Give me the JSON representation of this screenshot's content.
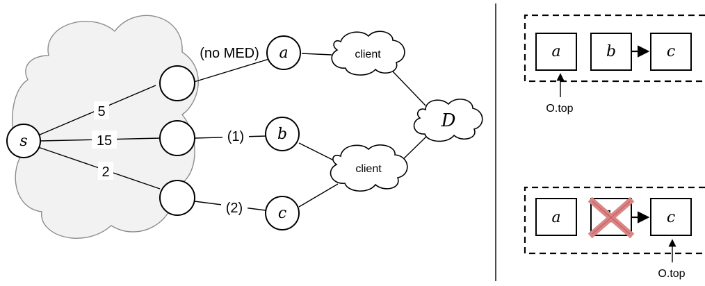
{
  "graph": {
    "source_label": "s",
    "edge_weights": {
      "top": "5",
      "middle": "15",
      "bottom": "2"
    },
    "med_labels": {
      "a": "(no MED)",
      "b": "(1)",
      "c": "(2)"
    },
    "node_labels": {
      "a": "a",
      "b": "b",
      "c": "c"
    },
    "client_top": "client",
    "client_bottom": "client",
    "destination": "D"
  },
  "list_top": {
    "items": [
      "a",
      "b",
      "c"
    ],
    "pointer_label": "O.top"
  },
  "list_bottom": {
    "items": [
      "a",
      "b",
      "c"
    ],
    "pointer_label": "O.top"
  },
  "colors": {
    "cloud_fill": "#f2f2f2",
    "cross": "#d98585"
  },
  "icons": {
    "deleted_marker": "x-cross-icon"
  }
}
